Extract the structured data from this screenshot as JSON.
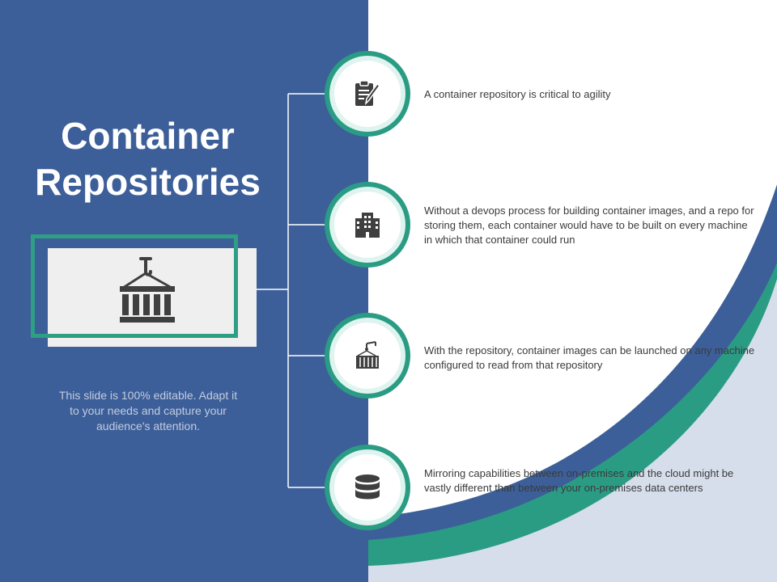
{
  "title": {
    "line1": "Container",
    "line2": "Repositories"
  },
  "caption": "This slide is 100% editable. Adapt it to your needs and capture your audience's attention.",
  "feature_icon": "container-crane-icon",
  "items": [
    {
      "icon": "clipboard-pen-icon",
      "text": "A container repository is critical to agility"
    },
    {
      "icon": "office-building-icon",
      "text": "Without a devops process for building container images, and a repo for storing them, each container would have to be built on every machine in which that container could run"
    },
    {
      "icon": "container-crane-icon",
      "text": "With the repository, container images can be launched on any machine configured to read from that repository"
    },
    {
      "icon": "database-icon",
      "text": "Mirroring capabilities between on-premises and the cloud might be vastly different than between your on-premises data centers"
    }
  ],
  "colors": {
    "navy": "#3d5f99",
    "teal": "#2a9c84",
    "light_blue": "#d6deeb",
    "icon_dark": "#3f3f3f"
  }
}
